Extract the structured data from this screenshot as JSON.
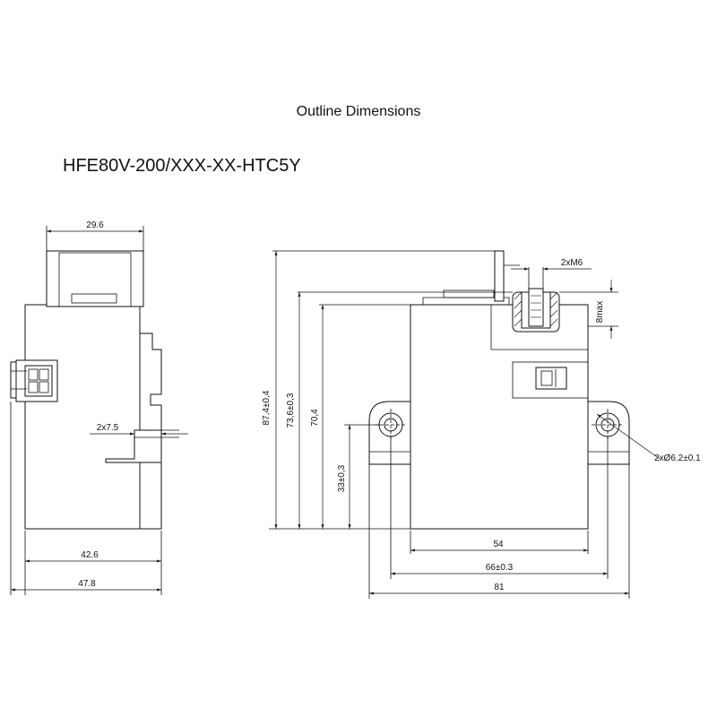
{
  "header": {
    "title": "Outline Dimensions",
    "model": "HFE80V-200/XXX-XX-HTC5Y"
  },
  "side_view": {
    "dim_top_width": "29.6",
    "dim_slot": "2x7.5",
    "dim_body_width": "42.6",
    "dim_total_width": "47.8"
  },
  "front_view": {
    "dim_thread": "2xM6",
    "dim_terminal_height": "8max",
    "dim_total_height": "87,4±0,4",
    "dim_height_73": "73,6±0,3",
    "dim_height_70": "70,4",
    "dim_hole_height": "33±0,3",
    "dim_hole_diameter": "2xØ6.2±0.1",
    "dim_body_width": "54",
    "dim_hole_spacing": "66±0.3",
    "dim_total_width": "81"
  }
}
